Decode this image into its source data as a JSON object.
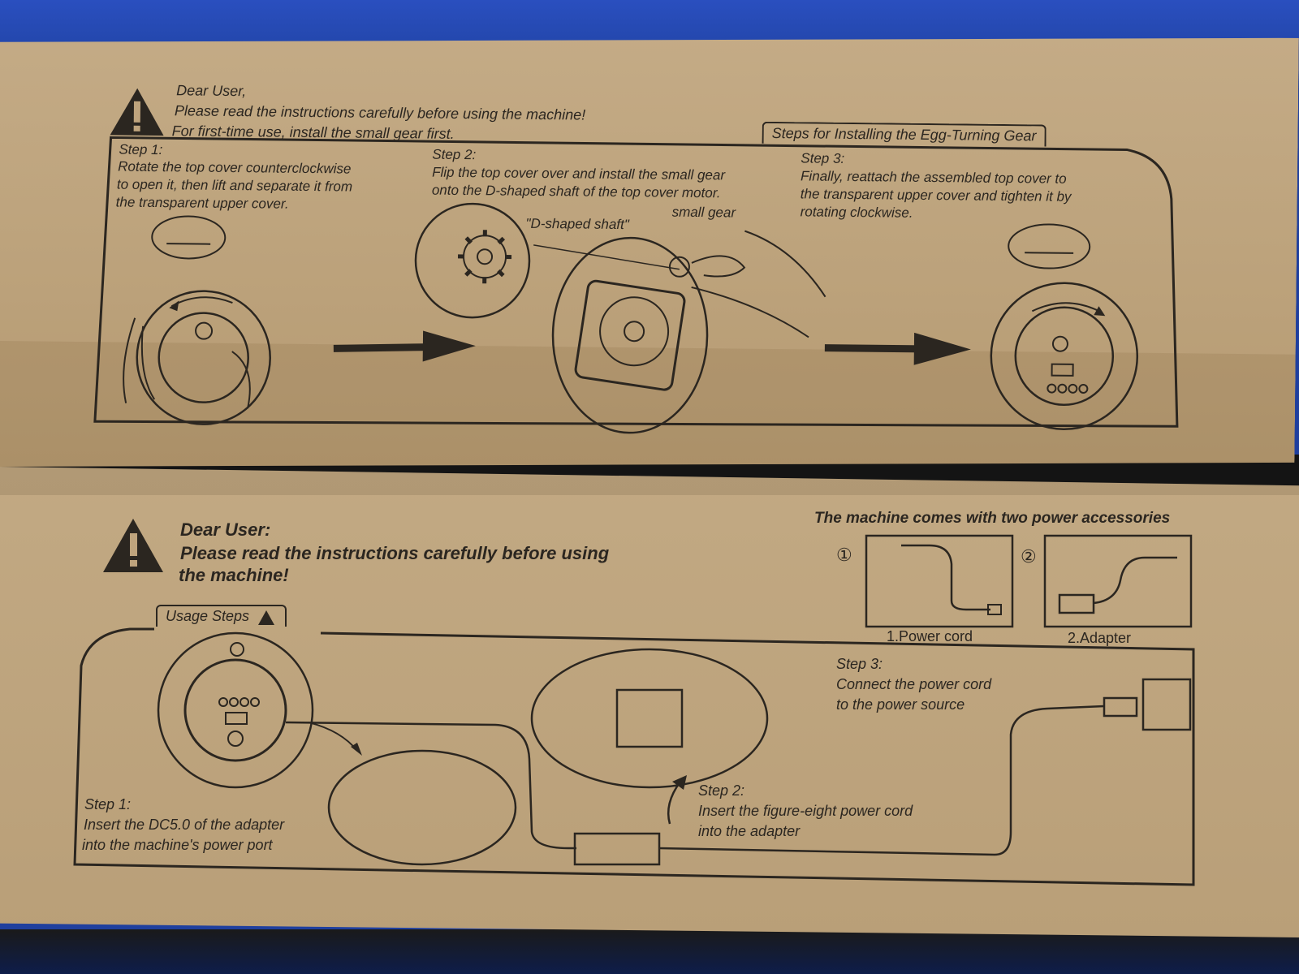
{
  "top_panel": {
    "greeting": "Dear User,",
    "line1": "Please read the instructions carefully before using the machine!",
    "line2": "For first-time use, install the small gear first.",
    "tab_title": "Steps for Installing the Egg-Turning Gear",
    "step1": {
      "title": "Step 1:",
      "l1": "Rotate the top cover counterclockwise",
      "l2": "to open it, then lift and separate it from",
      "l3": "the transparent upper cover."
    },
    "step2": {
      "title": "Step 2:",
      "l1": "Flip the top cover over and install the small gear",
      "l2": "onto the D-shaped shaft of the top cover motor.",
      "label_gear": "small gear",
      "label_shaft": "\"D-shaped shaft\""
    },
    "step3": {
      "title": "Step 3:",
      "l1": "Finally, reattach the assembled top cover to",
      "l2": "the transparent upper cover and tighten it by",
      "l3": "rotating clockwise."
    }
  },
  "bottom_panel": {
    "greeting": "Dear User:",
    "line1": "Please read the instructions carefully before using",
    "line2": "the machine!",
    "tab_title": "Usage Steps",
    "accessories_title": "The machine comes with two power accessories",
    "acc1_num": "①",
    "acc1_label": "1.Power cord",
    "acc2_num": "②",
    "acc2_label": "2.Adapter",
    "step1": {
      "title": "Step 1:",
      "l1": "Insert the DC5.0 of the adapter",
      "l2": "into the machine's power port"
    },
    "step2": {
      "title": "Step 2:",
      "l1": "Insert the figure-eight power cord",
      "l2": "into the adapter"
    },
    "step3": {
      "title": "Step 3:",
      "l1": "Connect the power cord",
      "l2": "to the power source"
    }
  },
  "colors": {
    "cardboard": "#bfa47d",
    "ink": "#2b2620",
    "background": "#1f3f9e"
  }
}
